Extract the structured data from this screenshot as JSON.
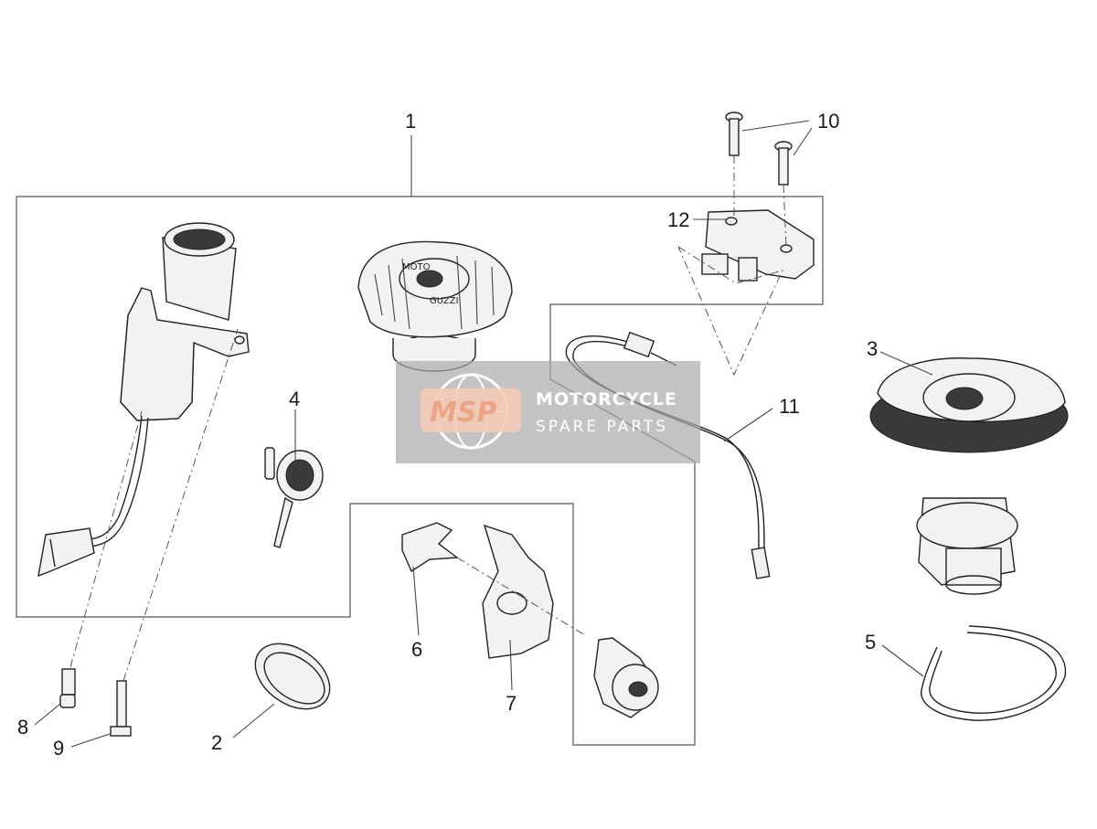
{
  "callouts": [
    "1",
    "2",
    "3",
    "4",
    "5",
    "6",
    "7",
    "8",
    "9",
    "10",
    "11",
    "12"
  ],
  "watermark": {
    "logo": "MSP",
    "line1": "MOTORCYCLE",
    "line2": "SPARE PARTS"
  },
  "brand_text": {
    "cap_moto": "MOTO",
    "cap_guzzi": "GUZZI"
  }
}
